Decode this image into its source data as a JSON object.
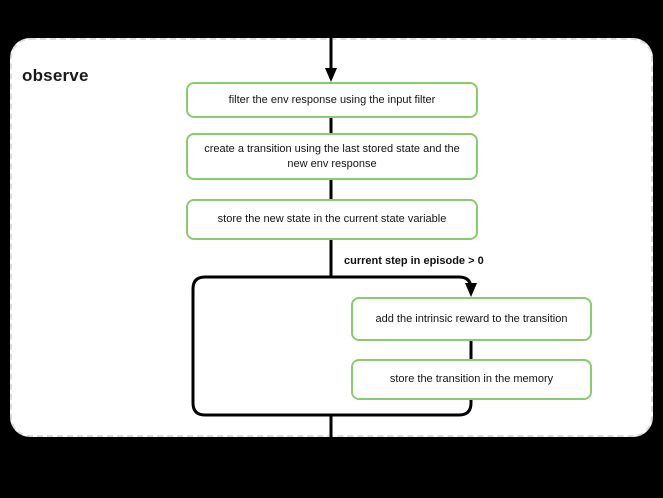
{
  "diagram": {
    "title": "observe",
    "background_color": "#000000",
    "panel_color": "#ffffff",
    "panel_border_color": "#dcdcdc",
    "node_border_color": "#8bcb6f",
    "edge_color": "#000000"
  },
  "nodes": [
    {
      "id": "n1",
      "label": "filter the env response using the input filter"
    },
    {
      "id": "n2",
      "label": "create a transition using the last stored state and the new env response"
    },
    {
      "id": "n3",
      "label": "store the new state in the current state variable"
    },
    {
      "id": "n4",
      "label": "add the intrinsic reward to the transition"
    },
    {
      "id": "n5",
      "label": "store the transition in the memory"
    }
  ],
  "edge_labels": [
    {
      "id": "e-cond",
      "text": "current step in episode > 0"
    }
  ]
}
